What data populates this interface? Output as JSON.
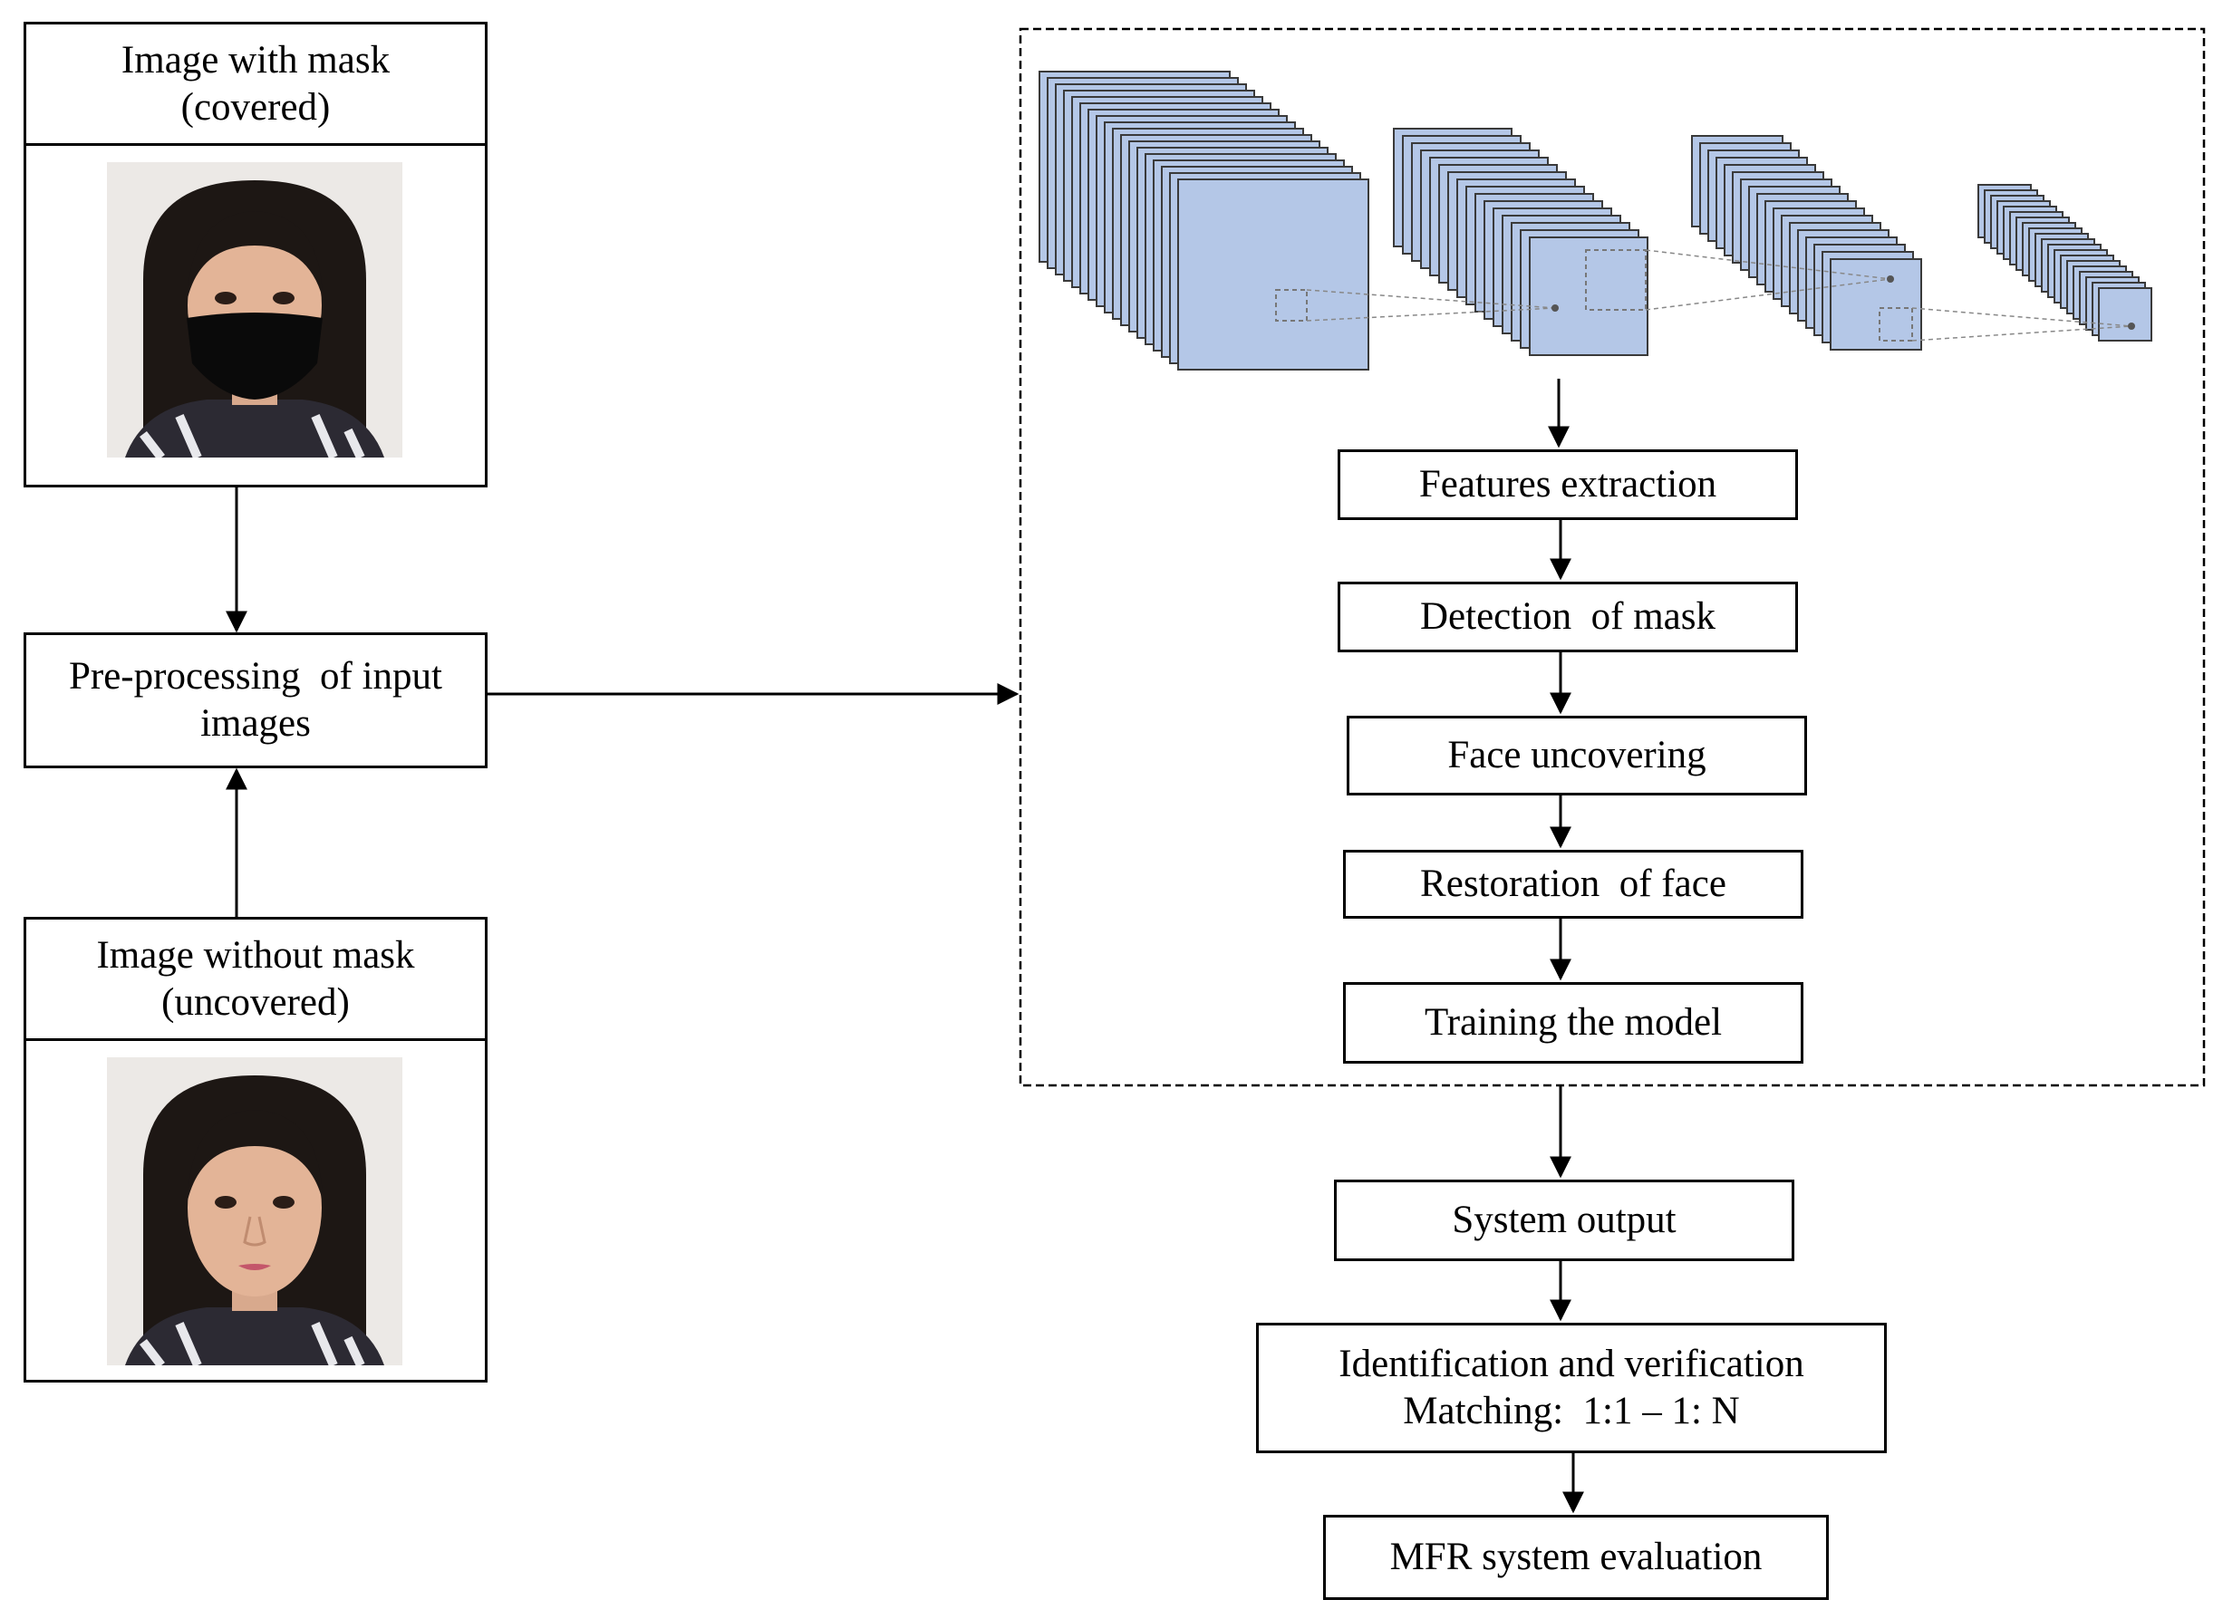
{
  "input_covered": {
    "title_line1": "Image with mask",
    "title_line2": "(covered)"
  },
  "input_uncovered": {
    "title_line1": "Image without mask",
    "title_line2": "(uncovered)"
  },
  "preprocessing": {
    "line1": "Pre-processing  of input",
    "line2": "images"
  },
  "pipeline_steps": [
    "Features extraction",
    "Detection  of mask",
    "Face uncovering",
    "Restoration  of face",
    "Training the model"
  ],
  "post_steps": {
    "system_output": "System output",
    "identification_line1": "Identification and verification",
    "identification_line2": "Matching:  1:1 – 1: N",
    "evaluation": "MFR system evaluation"
  },
  "colors": {
    "cnn_fill": "#b4c7e7",
    "cnn_stroke": "#3a3a3a",
    "line": "#000000",
    "mask": "#0a0a0a",
    "photo_bg": "#ece9e6"
  },
  "icons": {
    "cnn": "cnn-feature-map-stack-icon",
    "person": "person-portrait-icon"
  }
}
